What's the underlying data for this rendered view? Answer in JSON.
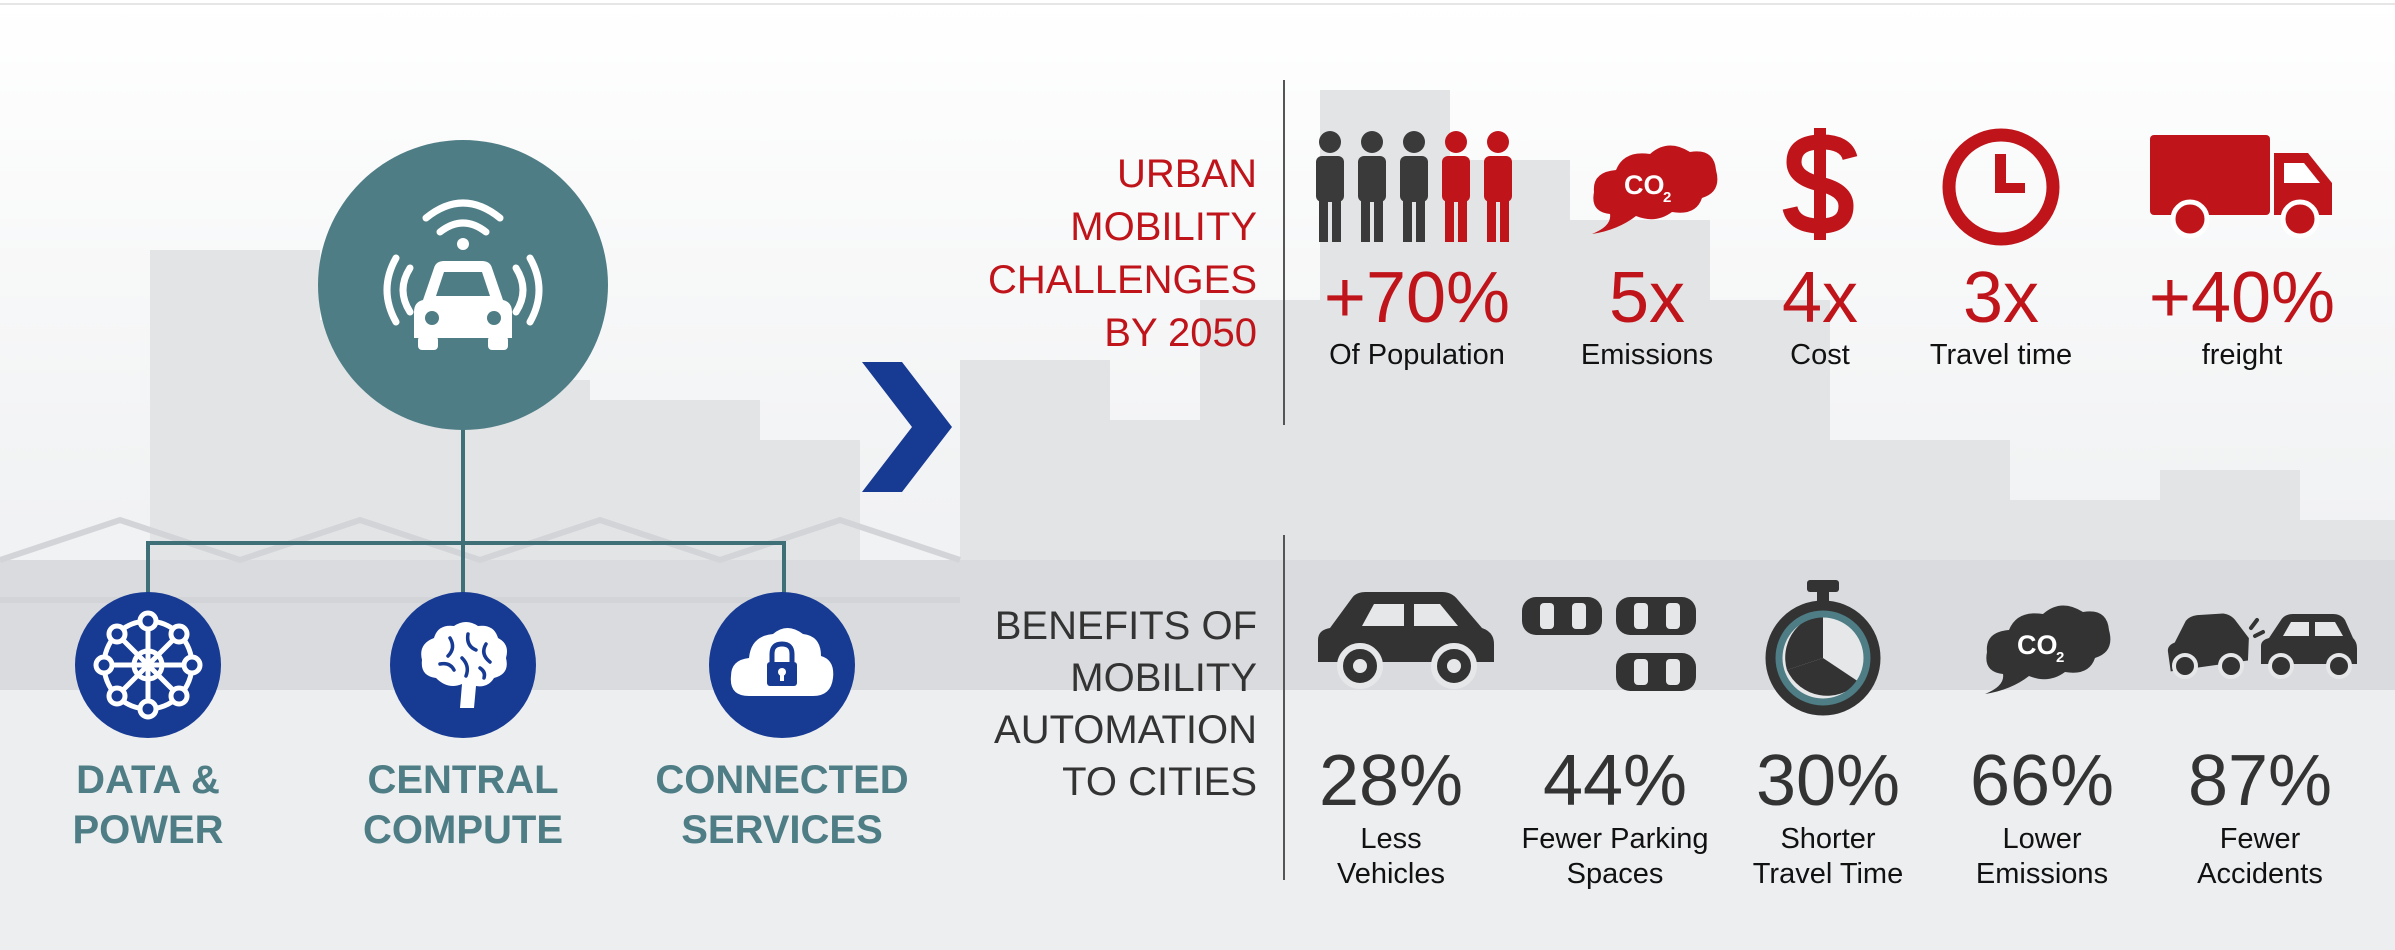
{
  "hub": {
    "icon": "connected-car-icon",
    "color": "#4e7d85",
    "pillars": [
      {
        "id": "data-power",
        "icon": "network-wheel-icon",
        "lines": [
          "DATA &",
          "POWER"
        ]
      },
      {
        "id": "central-compute",
        "icon": "brain-icon",
        "lines": [
          "CENTRAL",
          "COMPUTE"
        ]
      },
      {
        "id": "connected-services",
        "icon": "cloud-lock-icon",
        "lines": [
          "CONNECTED",
          "SERVICES"
        ]
      }
    ],
    "pillar_color": "#173a93"
  },
  "challenges": {
    "heading": [
      "URBAN",
      "MOBILITY",
      "CHALLENGES",
      "BY 2050"
    ],
    "color": "#c0141b",
    "items": [
      {
        "icon": "population-icon",
        "value": "+70%",
        "caption": "Of Population"
      },
      {
        "icon": "co2-cloud-icon",
        "value": "5x",
        "caption": "Emissions"
      },
      {
        "icon": "dollar-icon",
        "value": "4x",
        "caption": "Cost"
      },
      {
        "icon": "clock-icon",
        "value": "3x",
        "caption": "Travel time"
      },
      {
        "icon": "truck-icon",
        "value": "+40%",
        "caption": "freight"
      }
    ]
  },
  "benefits": {
    "heading": [
      "BENEFITS OF",
      "MOBILITY",
      "AUTOMATION",
      "TO CITIES"
    ],
    "color": "#333333",
    "items": [
      {
        "icon": "car-icon",
        "value": "28%",
        "caption": [
          "Less",
          "Vehicles"
        ]
      },
      {
        "icon": "parked-cars-icon",
        "value": "44%",
        "caption": [
          "Fewer Parking",
          "Spaces"
        ]
      },
      {
        "icon": "stopwatch-icon",
        "value": "30%",
        "caption": [
          "Shorter",
          "Travel Time"
        ]
      },
      {
        "icon": "co2-cloud-icon",
        "value": "66%",
        "caption": [
          "Lower",
          "Emissions"
        ]
      },
      {
        "icon": "car-crash-icon",
        "value": "87%",
        "caption": [
          "Fewer",
          "Accidents"
        ]
      }
    ]
  },
  "co2_label": "CO",
  "co2_subscript": "2",
  "accent_arrow_color": "#173a93"
}
